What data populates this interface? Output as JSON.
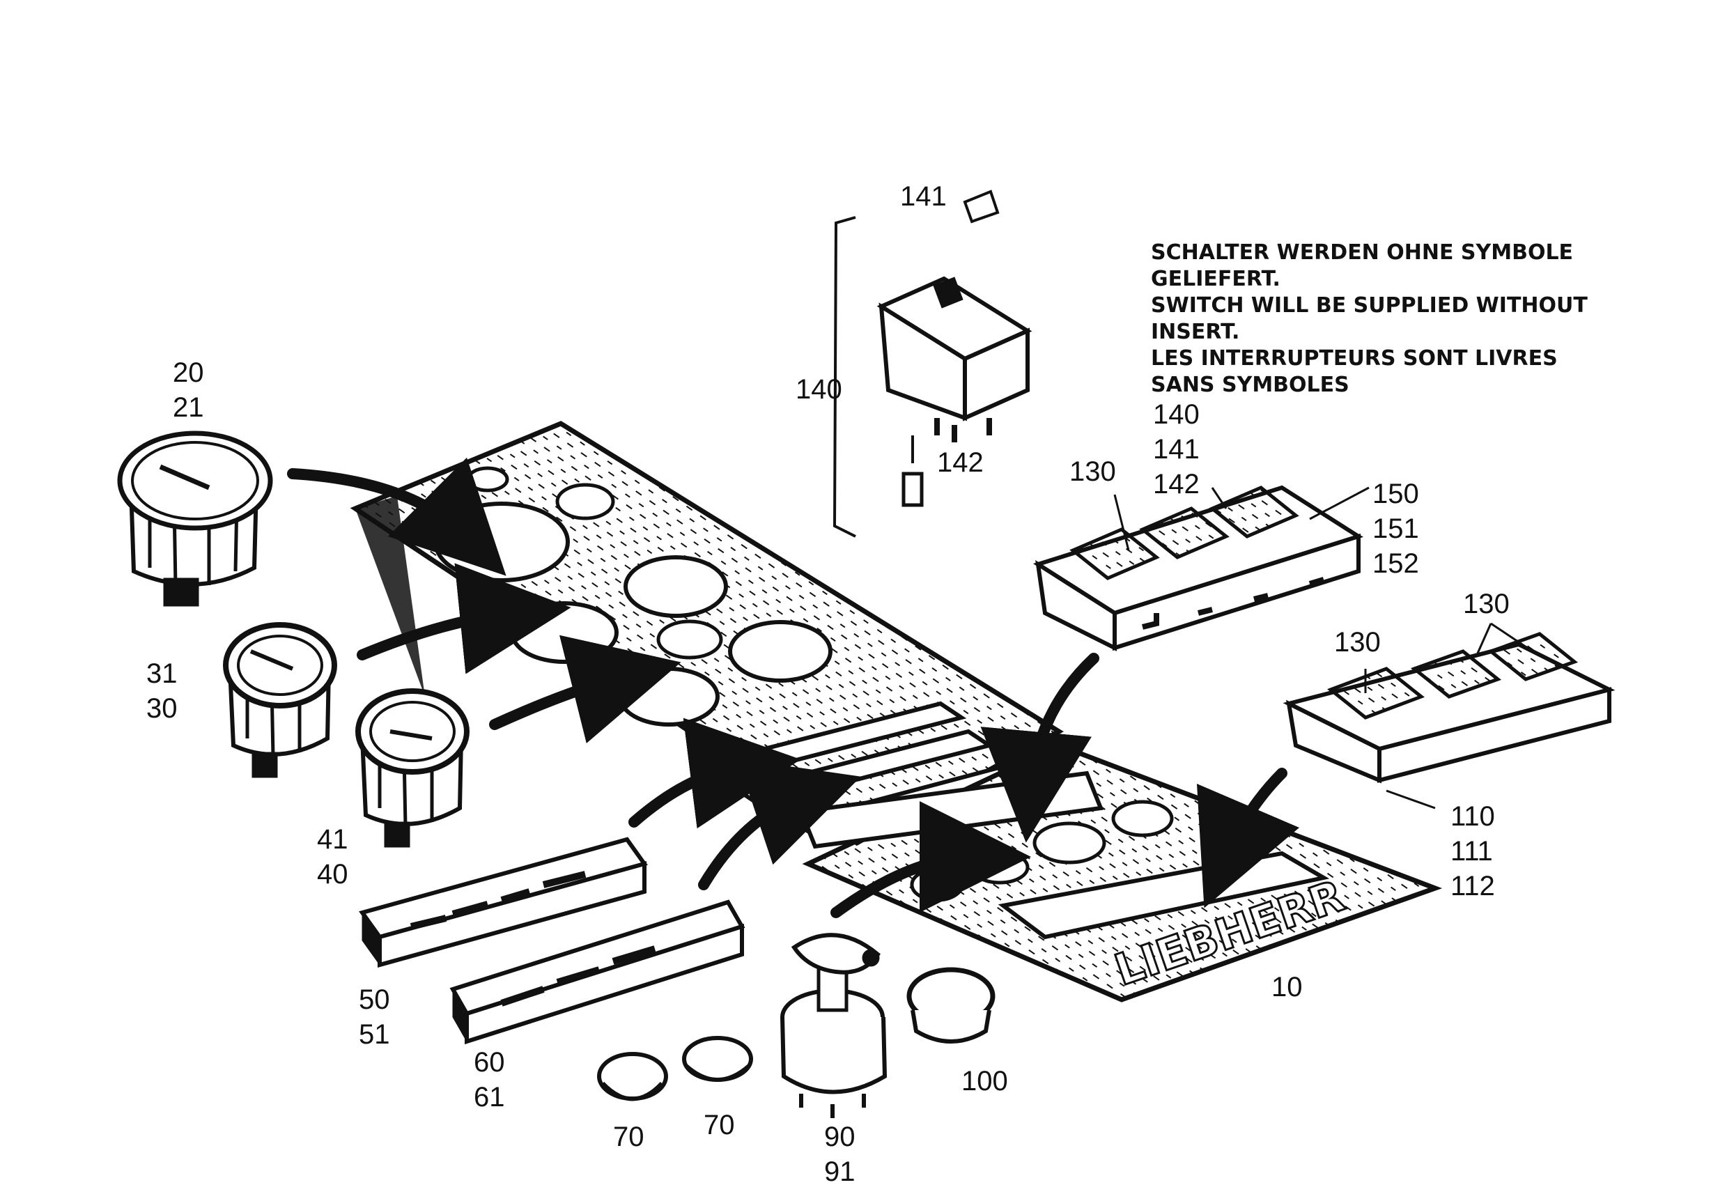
{
  "note": {
    "lines": [
      "SCHALTER WERDEN OHNE SYMBOLE",
      "GELIEFERT.",
      "SWITCH WILL BE SUPPLIED WITHOUT",
      "INSERT.",
      "LES INTERRUPTEURS SONT LIVRES",
      "SANS SYMBOLES"
    ]
  },
  "panel_logo": "LIEBHERR",
  "labels": {
    "l20": "20",
    "l21": "21",
    "l31": "31",
    "l30": "30",
    "l41": "41",
    "l40": "40",
    "l50": "50",
    "l51": "51",
    "l60": "60",
    "l61": "61",
    "l70a": "70",
    "l70b": "70",
    "l90": "90",
    "l91": "91",
    "l100": "100",
    "l10": "10",
    "l140a": "140",
    "l141a": "141",
    "l142a": "142",
    "l140b": "140",
    "l141b": "141",
    "l142b": "142",
    "l130a": "130",
    "l150": "150",
    "l151": "151",
    "l152": "152",
    "l130b": "130",
    "l130c": "130",
    "l110": "110",
    "l111": "111",
    "l112": "112"
  }
}
